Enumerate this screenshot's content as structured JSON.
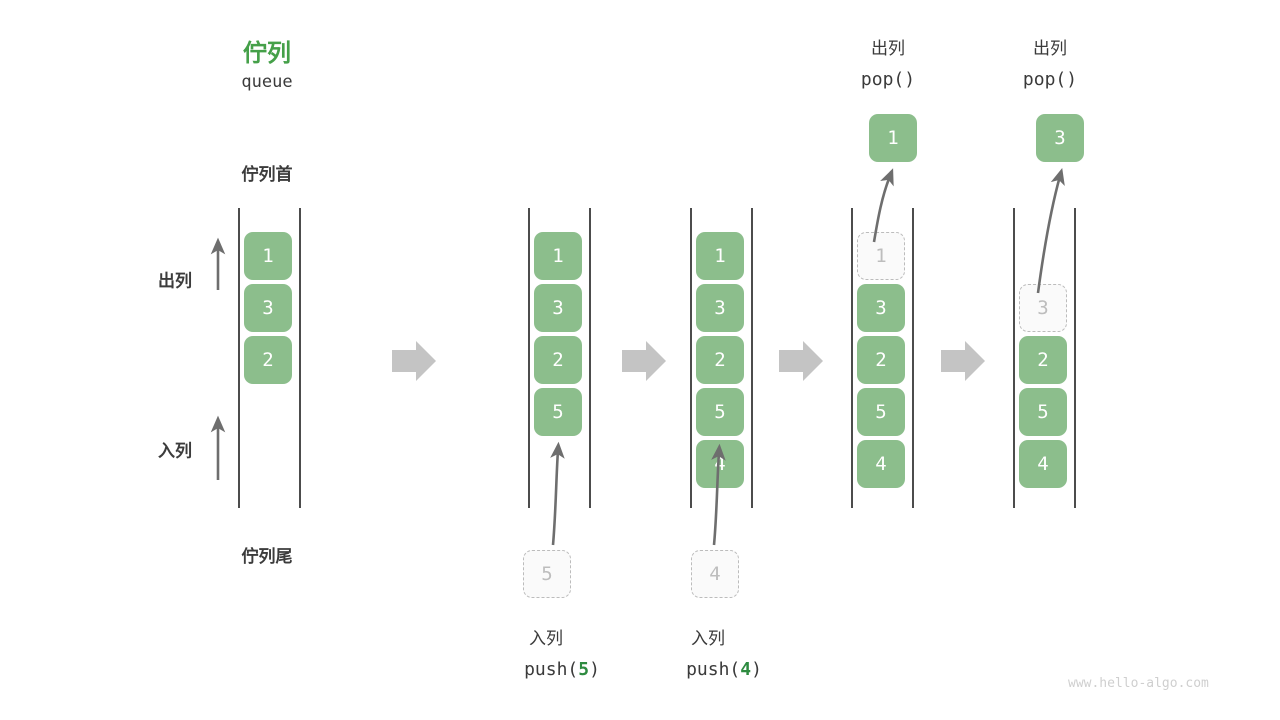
{
  "header": {
    "title_cn": "佇列",
    "title_en": "queue"
  },
  "labels": {
    "head": "佇列首",
    "tail": "佇列尾",
    "dequeue": "出列",
    "enqueue": "入列"
  },
  "colors": {
    "accent_green": "#45a049",
    "cell_green": "#8cbe8c",
    "ghost_gray": "#bdbdbd",
    "arrow_gray": "#c4c4c4",
    "text_dark": "#3a3a3a",
    "watermark": "#cfcfcf"
  },
  "watermark": "www.hello-algo.com",
  "steps": [
    {
      "id": "initial",
      "cells": [
        "1",
        "3",
        "2"
      ],
      "ghost_index": null,
      "op_cn": null,
      "op_code": null
    },
    {
      "id": "push-5",
      "cells": [
        "1",
        "3",
        "2",
        "5"
      ],
      "ghost_index": null,
      "op_cn": "入列",
      "op_code_prefix": "push(",
      "op_code_arg": "5",
      "op_code_suffix": ")",
      "floating_value": "5",
      "floating_state": "ghost"
    },
    {
      "id": "push-4",
      "cells": [
        "1",
        "3",
        "2",
        "5",
        "4"
      ],
      "ghost_index": null,
      "op_cn": "入列",
      "op_code_prefix": "push(",
      "op_code_arg": "4",
      "op_code_suffix": ")",
      "floating_value": "4",
      "floating_state": "ghost"
    },
    {
      "id": "pop-1",
      "cells": [
        "1",
        "3",
        "2",
        "5",
        "4"
      ],
      "ghost_index": 0,
      "op_cn": "出列",
      "op_code_prefix": "pop(",
      "op_code_arg": "",
      "op_code_suffix": ")",
      "floating_value": "1",
      "floating_state": "solid"
    },
    {
      "id": "pop-3",
      "cells": [
        "3",
        "2",
        "5",
        "4"
      ],
      "ghost_index": 0,
      "op_cn": "出列",
      "op_code_prefix": "pop(",
      "op_code_arg": "",
      "op_code_suffix": ")",
      "floating_value": "3",
      "floating_state": "solid"
    }
  ],
  "transition_arrows": 4
}
